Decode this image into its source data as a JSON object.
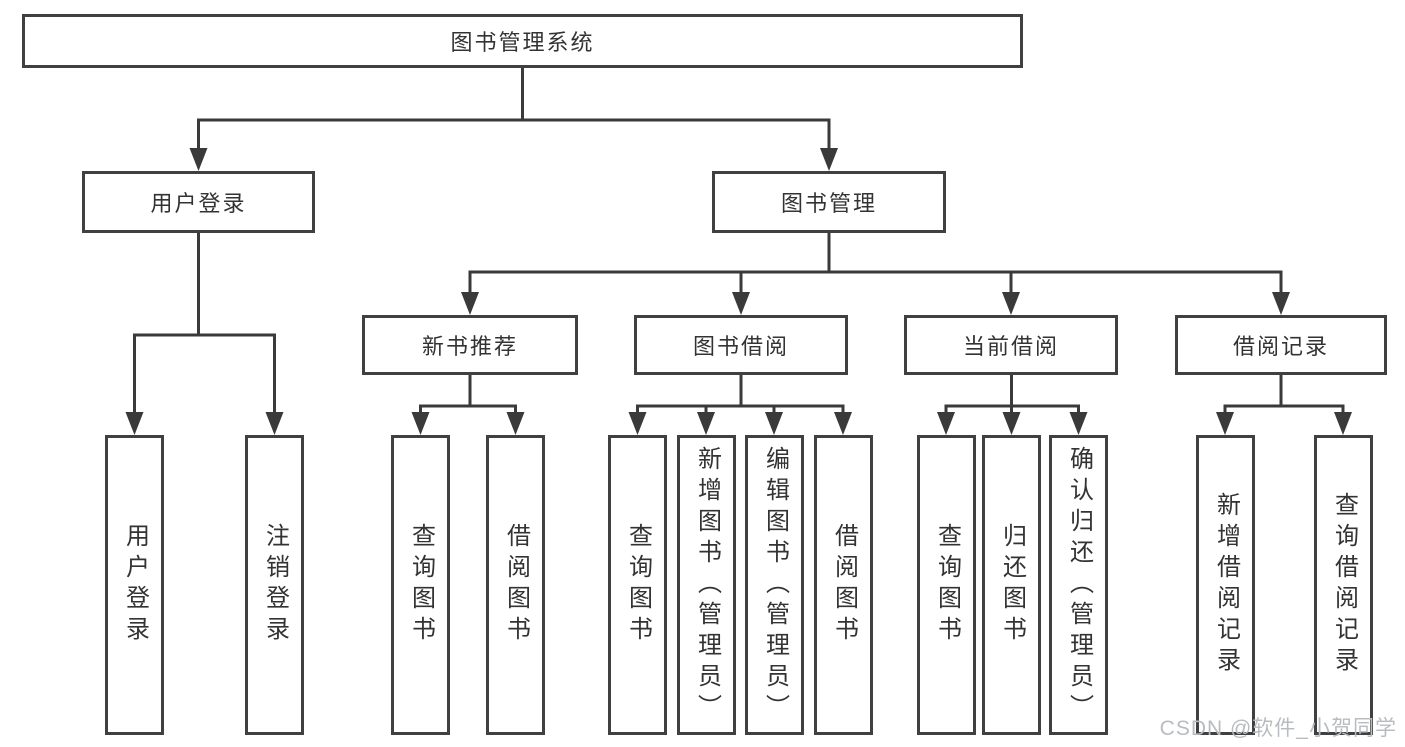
{
  "diagram": {
    "root": {
      "label": "图书管理系统"
    },
    "level2": [
      {
        "label": "用户登录"
      },
      {
        "label": "图书管理"
      }
    ],
    "level3": [
      {
        "label": "新书推荐"
      },
      {
        "label": "图书借阅"
      },
      {
        "label": "当前借阅"
      },
      {
        "label": "借阅记录"
      }
    ],
    "leaves": [
      {
        "label": "用户登录"
      },
      {
        "label": "注销登录"
      },
      {
        "label": "查询图书"
      },
      {
        "label": "借阅图书"
      },
      {
        "label": "查询图书"
      },
      {
        "label": "新增图书（管理员）"
      },
      {
        "label": "编辑图书（管理员）"
      },
      {
        "label": "借阅图书"
      },
      {
        "label": "查询图书"
      },
      {
        "label": "归还图书"
      },
      {
        "label": "确认归还（管理员）"
      },
      {
        "label": "新增借阅记录"
      },
      {
        "label": "查询借阅记录"
      }
    ]
  },
  "watermark": {
    "text": "CSDN @软件_小贺同学"
  },
  "colors": {
    "line": "#3a3a3a",
    "box_border": "#404040",
    "text": "#333333",
    "watermark": "#b8bcc0",
    "background": "#ffffff"
  }
}
